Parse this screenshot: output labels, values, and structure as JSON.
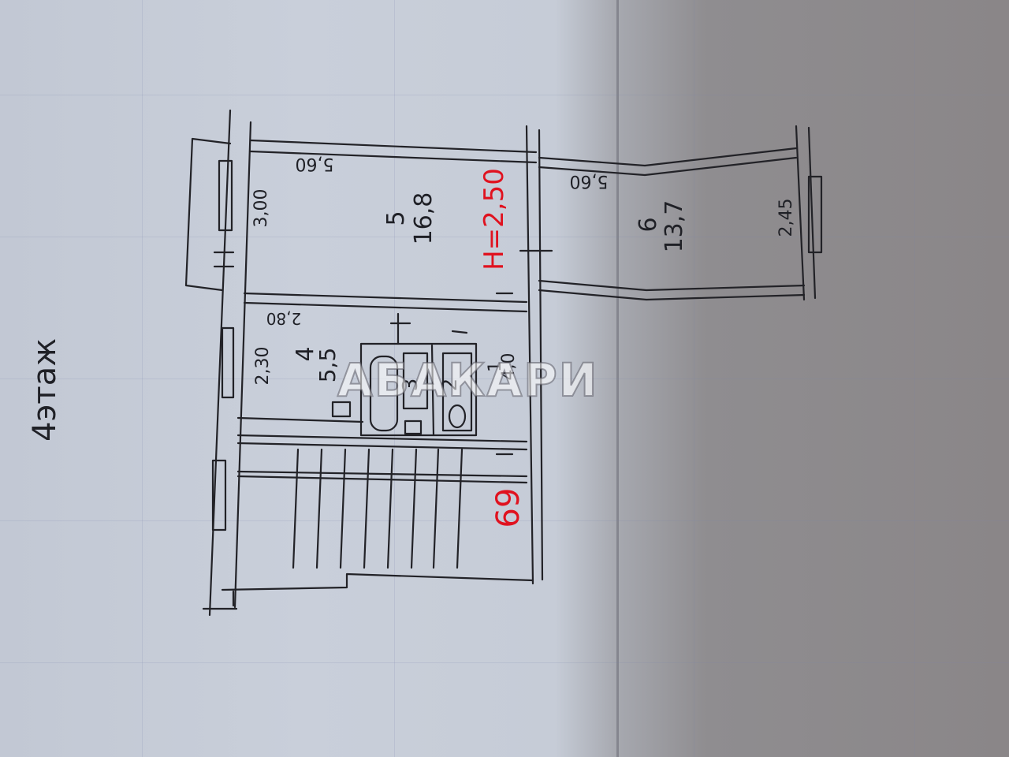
{
  "floor_label": "4этаж",
  "height_label": "H=2,50",
  "total_label": "69",
  "watermark": "АБАКАРИ",
  "rooms": [
    {
      "number": "5",
      "area": "16,8"
    },
    {
      "number": "6",
      "area": "13,7"
    },
    {
      "number": "4",
      "area": "5,5"
    },
    {
      "number": "3",
      "area": ""
    },
    {
      "number": "2",
      "area": ""
    },
    {
      "number": "1",
      "area": "4,0"
    }
  ],
  "dimensions": {
    "room5_length": "5,60",
    "room5_width": "3,00",
    "room6_length": "5,60",
    "room6_width": "2,45",
    "room4_length": "2,80",
    "room4_width": "2,30"
  },
  "colors": {
    "ink": "#1f2026",
    "red_ink": "#e0121f"
  }
}
